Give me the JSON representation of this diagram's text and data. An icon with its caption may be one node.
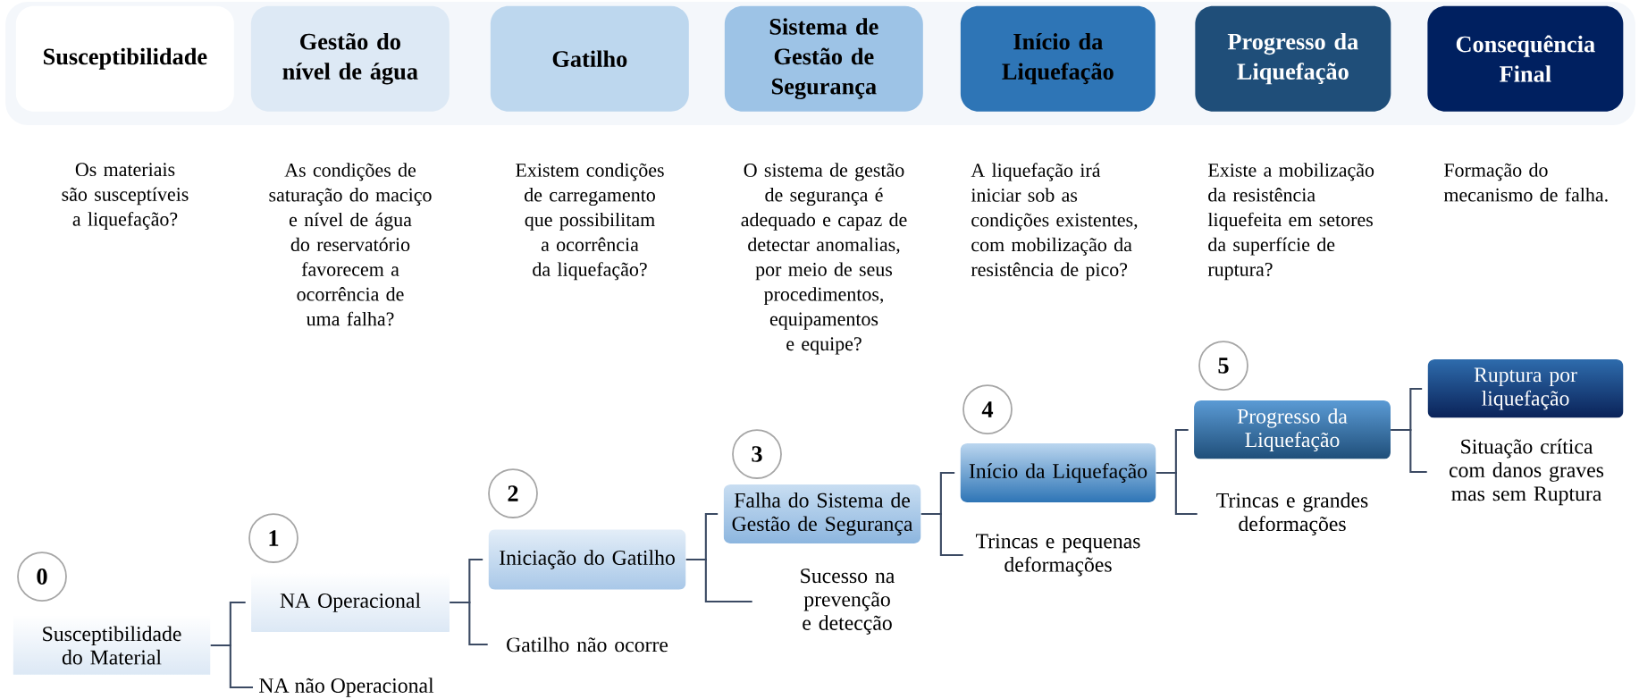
{
  "diagram": {
    "nodes": [
      {
        "text": [],
        "shape": "box"
      },
      {
        "text": [
          "Susceptibilidade"
        ],
        "in": 0
      },
      {
        "text": [
          "Gestão do nível de água"
        ],
        "in": 0
      },
      {
        "text": [
          "Gatilho"
        ],
        "in": 0
      },
      {
        "text": [
          "Sistema de Gestão de Segurança"
        ],
        "in": 0
      },
      {
        "text": [
          "Início da Liquefação"
        ],
        "in": 0
      },
      {
        "text": [
          "Progresso da Liquefação"
        ],
        "in": 0
      },
      {
        "text": [
          "Consequência Final"
        ],
        "in": 0
      },
      {
        "text": [
          "0"
        ]
      },
      {
        "text": [
          "Susceptibilidade do Material"
        ]
      },
      {
        "text": [
          "1"
        ]
      },
      {
        "text": [
          "NA Operacional"
        ]
      },
      {
        "text": [
          "NA não Operacional"
        ]
      },
      {
        "text": [
          "2"
        ]
      },
      {
        "text": [
          "Iniciação do Gatilho"
        ]
      },
      {
        "text": [
          "Gatilho não ocorre"
        ]
      },
      {
        "text": [
          "3"
        ]
      },
      {
        "text": [
          "Falha do Sistema de Gestão de Segurança"
        ]
      },
      {
        "text": [
          "Sucesso na prevenção e detecção"
        ]
      },
      {
        "text": [
          "4"
        ]
      },
      {
        "text": [
          "Início da Liquefação"
        ]
      },
      {
        "text": [
          "Trincas e pequenas deformações"
        ]
      },
      {
        "text": [
          "5"
        ]
      },
      {
        "text": [
          "Progresso da Liquefação"
        ]
      },
      {
        "text": [
          "Trincas e grandes deformações"
        ]
      },
      {
        "text": [
          "Ruptura por liquefação"
        ]
      },
      {
        "text": [
          "Situação crítica com danos graves mas sem Ruptura"
        ]
      }
    ],
    "edges": [
      {
        "from": 9,
        "to": 11,
        "arrow": "none"
      },
      {
        "from": 9,
        "to": 12,
        "arrow": "none"
      },
      {
        "from": 11,
        "to": 14,
        "arrow": "none"
      },
      {
        "from": 11,
        "to": 15,
        "arrow": "none"
      },
      {
        "from": 14,
        "to": 17,
        "arrow": "none"
      },
      {
        "from": 14,
        "to": 18,
        "arrow": "none"
      },
      {
        "from": 17,
        "to": 20,
        "arrow": "none"
      },
      {
        "from": 17,
        "to": 21,
        "arrow": "none"
      },
      {
        "from": 20,
        "to": 23,
        "arrow": "none"
      },
      {
        "from": 20,
        "to": 24,
        "arrow": "none"
      },
      {
        "from": 23,
        "to": 25,
        "arrow": "none"
      },
      {
        "from": 23,
        "to": 26,
        "arrow": "none"
      }
    ],
    "labels": [
      "Os materiais são susceptíveis a liquefação?",
      "As condições de saturação do maciço e nível de água do reservatório favorecem a ocorrência de uma falha?",
      "Existem condições de carregamento que possibilitam a ocorrência da liquefação?",
      "O sistema de gestão de segurança é adequado e capaz de detectar anomalias, por meio de seus procedimentos, equipamentos e equipe?",
      "A liquefação irá iniciar sob as condições existentes, com mobilização da resistência de pico?",
      "Existe a mobilização da resistência liquefeita em setores da superfície de ruptura?",
      "Formação do mecanismo de falha."
    ]
  }
}
